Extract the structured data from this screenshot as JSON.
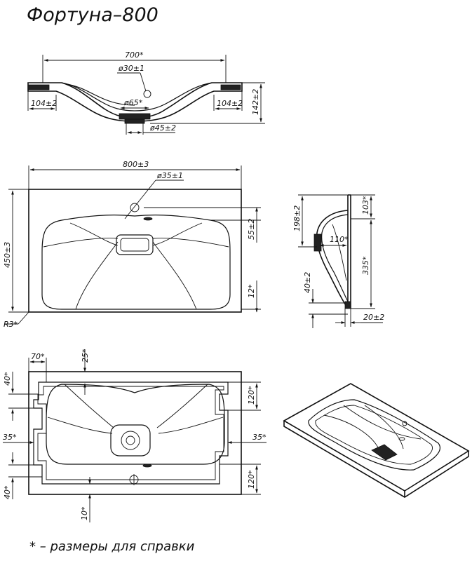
{
  "title": "Фортуна–800",
  "footnote": "*  –  размеры  для  справки",
  "front_view": {
    "width_top": "700*",
    "hole_dia": "ø30±1",
    "drain_dia": "ø65*",
    "outlet_dia": "ø45±2",
    "left_rim": "104±2",
    "right_rim": "104±2",
    "height": "142±2"
  },
  "top_view": {
    "width": "800±3",
    "depth": "450±3",
    "hole_dia": "ø35±1",
    "bowl_top_offset": "55±2",
    "bowl_bottom_offset": "12*",
    "corner_radius": "R3*"
  },
  "side_view": {
    "height_upper": "198±2",
    "rim_height": "103*",
    "drain_offset": "110*",
    "lower_height": "335*",
    "bottom_offset": "40±2",
    "wall": "20±2"
  },
  "bottom_view": {
    "left_inset": "70*",
    "top_inset": "25*",
    "left_top": "40*",
    "left_bottom": "40*",
    "right_top": "120*",
    "right_bottom": "120*",
    "left_side": "35*",
    "right_side": "35*",
    "bottom_inset": "10*"
  }
}
